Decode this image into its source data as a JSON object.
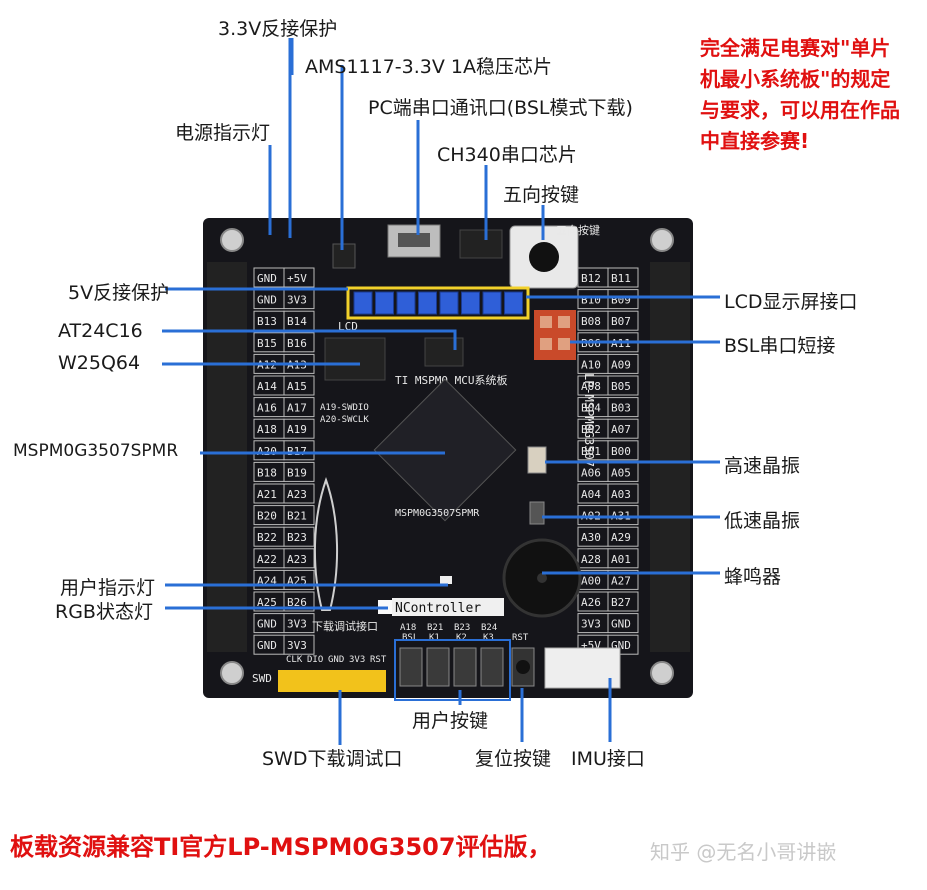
{
  "labels": {
    "rev_3v3": "3.3V反接保护",
    "ams1117": "AMS1117-3.3V 1A稳压芯片",
    "pc_uart": "PC端串口通讯口(BSL模式下载)",
    "power_led": "电源指示灯",
    "ch340": "CH340串口芯片",
    "five_way_key": "五向按键",
    "rev_5v": "5V反接保护",
    "lcd_port": "LCD显示屏接口",
    "at24c16": "AT24C16",
    "bsl_jumper": "BSL串口短接",
    "w25q64": "W25Q64",
    "mcu": "MSPM0G3507SPMR",
    "hs_crystal": "高速晶振",
    "ls_crystal": "低速晶振",
    "buzzer": "蜂鸣器",
    "user_led": "用户指示灯",
    "rgb_led": "RGB状态灯",
    "user_keys": "用户按键",
    "swd_port": "SWD下载调试口",
    "reset_key": "复位按键",
    "imu_port": "IMU接口"
  },
  "claim_text": "完全满足电赛对\"单片机最小系统板\"的规定与要求，可以用在作品中直接参赛!",
  "caption": "板载资源兼容TI官方LP-MSPM0G3507评估版，",
  "watermark": "知乎 @无名小哥讲嵌",
  "board": {
    "silk_top_key": "五向按键",
    "silk_mcu_title": "TI MSPM0 MCU系统板",
    "silk_side": "LP-MSPM0G3507",
    "silk_chip": "MSPM0G3507SPMR",
    "silk_brand": "NController",
    "silk_debug": "下载调试接口",
    "silk_swd": "SWD",
    "silk_swdio": "A19-SWDIO",
    "silk_swclk": "A20-SWCLK",
    "silk_lcd": "LCD",
    "left_pins": [
      "GND",
      "GND",
      "B13",
      "B15",
      "A12",
      "A14",
      "A16",
      "A18",
      "A20",
      "B18",
      "A21",
      "B20",
      "B22",
      "A22",
      "A24",
      "A25",
      "GND",
      "GND"
    ],
    "left_pins2": [
      "+5V",
      "3V3",
      "B14",
      "B16",
      "A13",
      "A15",
      "A17",
      "A19",
      "B17",
      "B19",
      "A23",
      "B21",
      "B23",
      "A23",
      "A25",
      "B26",
      "3V3",
      "3V3"
    ],
    "right_pins": [
      "B12",
      "B10",
      "B08",
      "B06",
      "A10",
      "A08",
      "B04",
      "B02",
      "B01",
      "A06",
      "A04",
      "A02",
      "A30",
      "A28",
      "A00",
      "A26",
      "3V3",
      "+5V"
    ],
    "right_pins2": [
      "B11",
      "B09",
      "B07",
      "A11",
      "A09",
      "B05",
      "B03",
      "A07",
      "B00",
      "A05",
      "A03",
      "A31",
      "A29",
      "A01",
      "A27",
      "B27",
      "GND",
      "GND"
    ],
    "key_labels": [
      "A18",
      "B21",
      "B23",
      "B24",
      "RST"
    ],
    "key_sub": [
      "BSL",
      "K1",
      "K2",
      "K3",
      ""
    ],
    "swd_pins": [
      "CLK",
      "DIO",
      "GND",
      "3V3",
      "RST"
    ]
  },
  "colors": {
    "accent_red": "#e01010",
    "leader_blue": "#2a6fd6",
    "board": "#15151a",
    "silk": "#e8e8e8",
    "header_yellow": "#f2d12b",
    "lcd_blue": "#2f5fd8"
  }
}
